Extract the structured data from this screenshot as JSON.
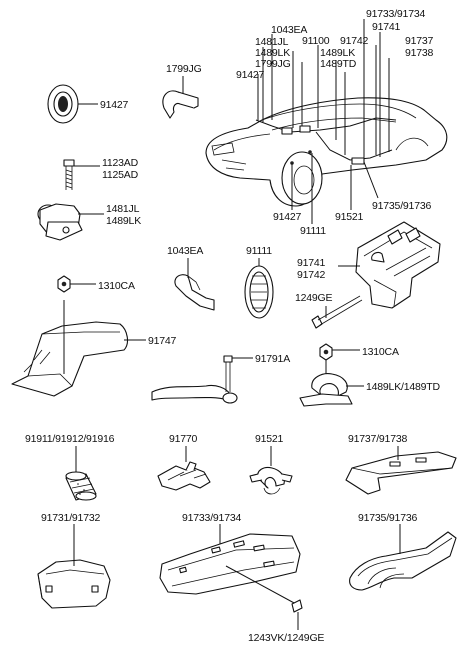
{
  "labels": {
    "car_1043EA": "1043EA",
    "car_1481JL": "1481JL",
    "car_1489LK": "1489LK",
    "car_1799JG": "1799JG",
    "car_91427": "91427",
    "car_91100": "91100",
    "car_91742": "91742",
    "car_1489LK_b": "1489LK",
    "car_1489TD": "1489TD",
    "car_91733_91734": "91733/91734",
    "car_91741": "91741",
    "car_91737": "91737",
    "car_91738": "91738",
    "car_bottom_91427": "91427",
    "car_bottom_91111": "91111",
    "car_bottom_91521": "91521",
    "car_91735_91736": "91735/91736",
    "clip_1799JG": "1799JG",
    "grommet_91427": "91427",
    "bolt_1123AD": "1123AD",
    "bolt_1125AD": "1125AD",
    "clamp_1481JL": "1481JL",
    "clamp_1489LK": "1489LK",
    "clip_1043EA": "1043EA",
    "grommet_91111": "91111",
    "bracket_91741": "91741",
    "bracket_91742": "91742",
    "bolt_1249GE": "1249GE",
    "nut_1310CA": "1310CA",
    "cover_91747": "91747",
    "ground_91791A": "91791A",
    "nut_1310CA_b": "1310CA",
    "clamp_1489LK_1489TD": "1489LK/1489TD",
    "tube_91911": "91911/91912/91916",
    "clip_91770": "91770",
    "clip_91521": "91521",
    "protector_91737_91738": "91737/91738",
    "protector_91731_91732": "91731/91732",
    "protector_91733_91734": "91733/91734",
    "protector_91735_91736": "91735/91736",
    "bolt_1243VK_1249GE": "1243VK/1249GE"
  },
  "colors": {
    "line": "#111111",
    "fill": "#ffffff",
    "shade": "#9a9a9a"
  }
}
